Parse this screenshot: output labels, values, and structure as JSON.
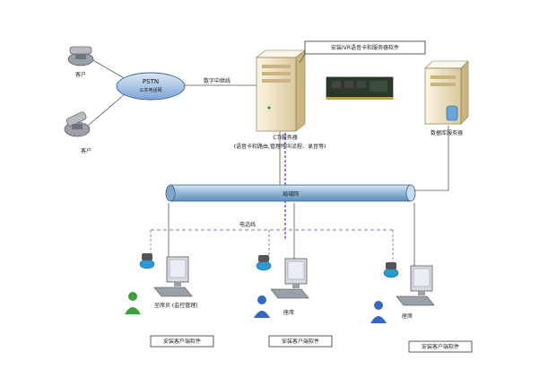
{
  "phones": [
    {
      "label": "客户"
    },
    {
      "label": "客户"
    }
  ],
  "pstn": {
    "title": "PSTN",
    "subtitle": "公共电话网"
  },
  "trunk_label": "数字中继线",
  "ivr_box_label": "安装IVR语音卡和服务器软件",
  "ctI_server": {
    "title": "CTI服务器",
    "subtitle": "(语音卡和路由,管理呼叫流程、录音等)"
  },
  "db_server": {
    "label": "数据库服务器"
  },
  "lan_label": "局域网",
  "phone_line_label": "电话线",
  "agents": [
    {
      "sub": "坐席员 (监控管理)",
      "caption": "安装客户端软件"
    },
    {
      "sub": "座席",
      "caption": "安装客户端软件"
    },
    {
      "sub": "座席",
      "caption": "安装客户端软件"
    }
  ],
  "colors": {
    "pstn_fill": "#a9c6ea",
    "lan_fill": "#a7c7e0",
    "server_fill": "#f1e6c5",
    "agent_blue": "#3a66c2",
    "agent_green": "#3aa23a",
    "cti_line": "#3c3cd0",
    "dash_line": "#6f7fb0"
  }
}
